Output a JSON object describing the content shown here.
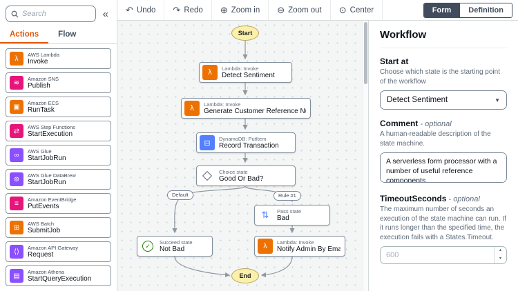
{
  "colors": {
    "compute_orange": "#ED7100",
    "app_integration_pink": "#E7157B",
    "analytics_purple": "#8C4FFF",
    "database_blue": "#527FFF",
    "active_tab_orange": "#E0590C",
    "active_segment_dark": "#414D5C",
    "succeed_green": "#1D8102"
  },
  "icons": {
    "collapse": "«",
    "undo": "↶",
    "redo": "↷",
    "zoom_in": "⊕",
    "zoom_out": "⊖",
    "center": "⊙",
    "select_caret": "▼",
    "stepper_up": "▲",
    "stepper_down": "▼"
  },
  "sidebar": {
    "search": {
      "placeholder": "Search"
    },
    "tabs": {
      "actions": "Actions",
      "flow": "Flow"
    },
    "actions": [
      {
        "service": "AWS Lambda",
        "action": "Invoke",
        "color": "#ED7100",
        "glyph": "λ"
      },
      {
        "service": "Amazon SNS",
        "action": "Publish",
        "color": "#E7157B",
        "glyph": "≋"
      },
      {
        "service": "Amazon ECS",
        "action": "RunTask",
        "color": "#ED7100",
        "glyph": "▣"
      },
      {
        "service": "AWS Step Functions",
        "action": "StartExecution",
        "color": "#E7157B",
        "glyph": "⇄"
      },
      {
        "service": "AWS Glue",
        "action": "StartJobRun",
        "color": "#8C4FFF",
        "glyph": "∞"
      },
      {
        "service": "AWS Glue DataBrew",
        "action": "StartJobRun",
        "color": "#8C4FFF",
        "glyph": "⊚"
      },
      {
        "service": "Amazon EventBridge",
        "action": "PutEvents",
        "color": "#E7157B",
        "glyph": "≡"
      },
      {
        "service": "AWS Batch",
        "action": "SubmitJob",
        "color": "#ED7100",
        "glyph": "⊞"
      },
      {
        "service": "Amazon API Gateway",
        "action": "Request",
        "color": "#8C4FFF",
        "glyph": "⟨⟩"
      },
      {
        "service": "Amazon Athena",
        "action": "StartQueryExecution",
        "color": "#8C4FFF",
        "glyph": "▤"
      }
    ]
  },
  "toolbar": {
    "undo": "Undo",
    "redo": "Redo",
    "zoom_in": "Zoom in",
    "zoom_out": "Zoom out",
    "center": "Center",
    "form": "Form",
    "definition": "Definition"
  },
  "canvas": {
    "start": "Start",
    "end": "End",
    "nodes": [
      {
        "type": "Lambda: Invoke",
        "name": "Detect Sentiment",
        "glyph": "λ"
      },
      {
        "type": "Lambda: Invoke",
        "name": "Generate Customer Reference Number",
        "glyph": "λ"
      },
      {
        "type": "DynamoDB: PutItem",
        "name": "Record Transaction",
        "glyph": "⊟"
      },
      {
        "type": "Choice state",
        "name": "Good Or Bad?"
      },
      {
        "type": "Pass state",
        "name": "Bad",
        "glyph": "⇅"
      },
      {
        "type": "Succeed state",
        "name": "Not Bad",
        "glyph": "✓"
      },
      {
        "type": "Lambda: Invoke",
        "name": "Notify Admin By Email",
        "glyph": "λ"
      }
    ],
    "edge_labels": {
      "default": "Default",
      "rule1": "Rule #1"
    }
  },
  "panel": {
    "title": "Workflow",
    "start_at": {
      "label": "Start at",
      "description": "Choose which state is the starting point of the workflow",
      "value": "Detect Sentiment"
    },
    "comment": {
      "label": "Comment",
      "optional": "- optional",
      "description": "A human-readable description of the state machine.",
      "value": "A serverless form processor with a number of useful reference components"
    },
    "timeout": {
      "label": "TimeoutSeconds",
      "optional": "- optional",
      "description": "The maximum number of seconds an execution of the state machine can run. If it runs longer than the specified time, the execution fails with a States.Timeout.",
      "placeholder": "600"
    }
  }
}
